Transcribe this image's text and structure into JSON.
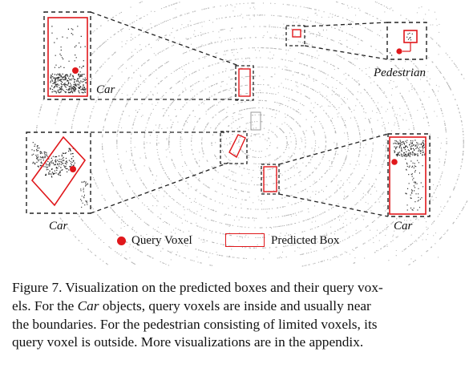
{
  "figure": {
    "labels": {
      "car_top": "Car",
      "pedestrian": "Pedestrian",
      "car_left": "Car",
      "car_right": "Car"
    },
    "legend": {
      "query_voxel": "Query Voxel",
      "predicted_box": "Predicted Box"
    },
    "colors": {
      "query_voxel": "#e0171b",
      "predicted_box": "#e0171b",
      "lidar_points": "#b8b8b8",
      "dashed_frame": "#222222"
    }
  },
  "caption": {
    "lines": [
      [
        {
          "t": "Figure 7. Visualization on the predicted boxes and their query vox-"
        }
      ],
      [
        {
          "t": "els. For the "
        },
        {
          "t": "Car",
          "i": true
        },
        {
          "t": " objects, query voxels are inside and usually near"
        }
      ],
      [
        {
          "t": "the boundaries. For the pedestrian consisting of limited voxels, its"
        }
      ],
      [
        {
          "t": "query voxel is outside. More visualizations are in the appendix."
        }
      ]
    ]
  }
}
